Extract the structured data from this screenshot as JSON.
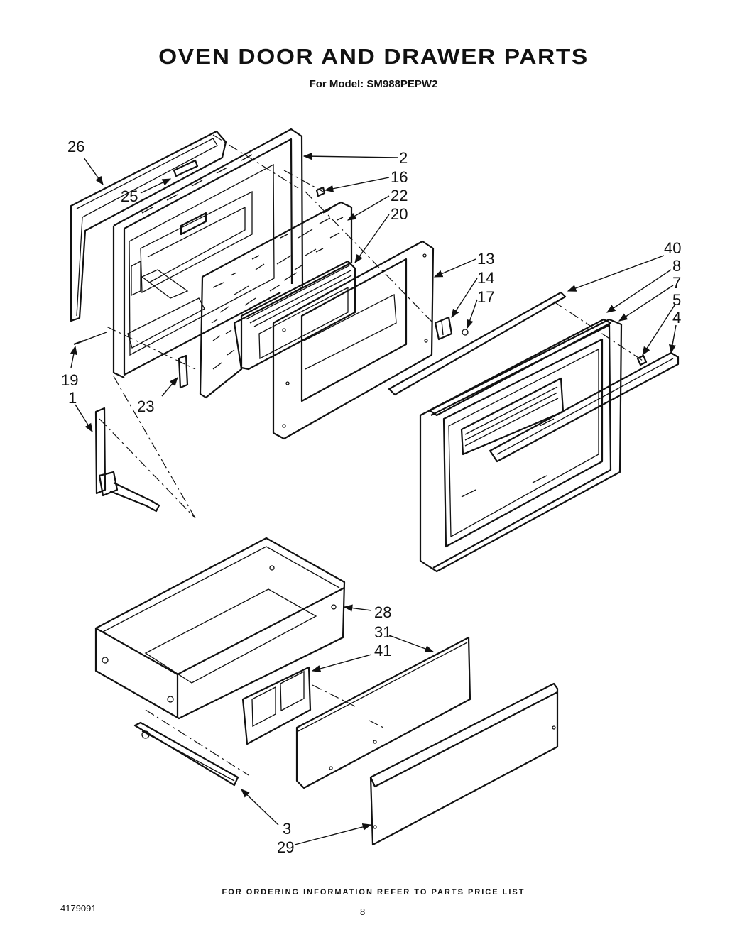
{
  "header": {
    "title": "OVEN DOOR AND DRAWER PARTS",
    "model_line": "For Model: SM988PEPW2"
  },
  "footer": {
    "ordering_note": "FOR ORDERING INFORMATION REFER TO PARTS PRICE LIST",
    "document_number": "4179091",
    "page_number": "8"
  },
  "callouts": [
    "26",
    "25",
    "2",
    "16",
    "22",
    "20",
    "13",
    "14",
    "17",
    "40",
    "8",
    "7",
    "5",
    "4",
    "19",
    "1",
    "23",
    "28",
    "31",
    "41",
    "3",
    "29"
  ]
}
